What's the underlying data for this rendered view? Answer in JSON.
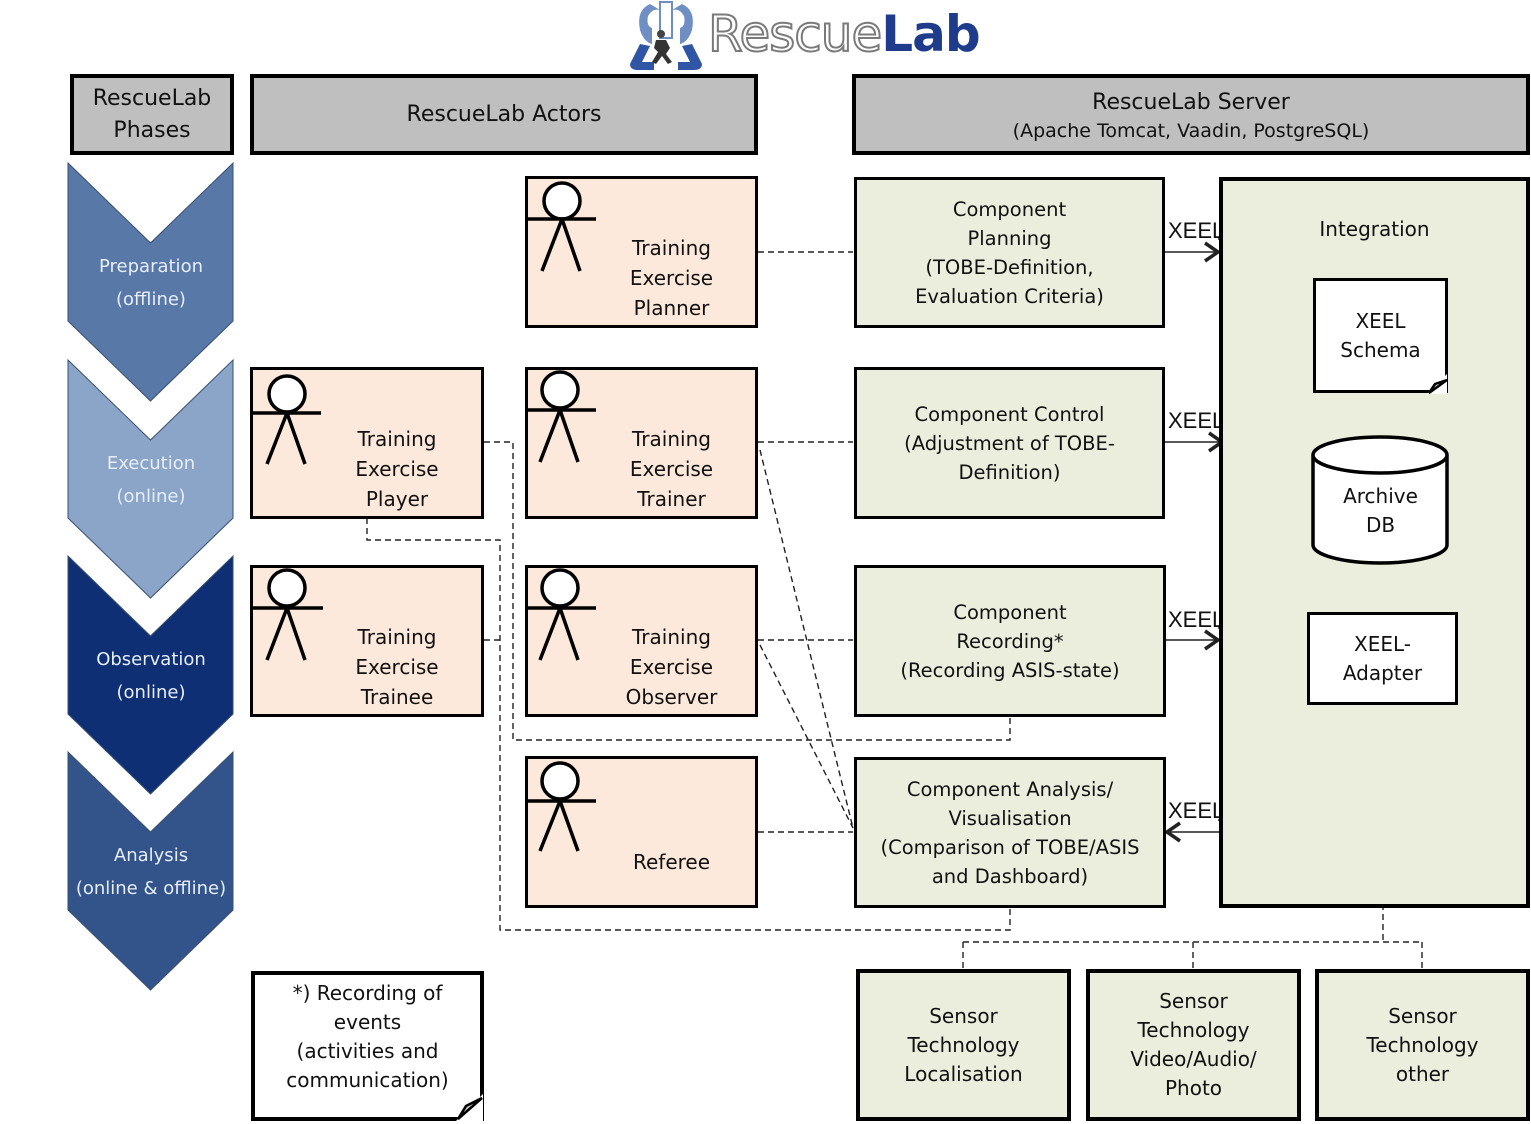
{
  "logo": {
    "word_light": "Rescue",
    "word_bold": "Lab",
    "icon": "flask-runner-icon",
    "brand_color": "#1f3c8c"
  },
  "headers": {
    "phases": [
      "RescueLab",
      "Phases"
    ],
    "actors": "RescueLab Actors",
    "server_title": "RescueLab Server",
    "server_subtitle": "(Apache Tomcat, Vaadin, PostgreSQL)"
  },
  "phases": [
    {
      "name": "Preparation",
      "mode": "(offline)",
      "color": "#5878a8"
    },
    {
      "name": "Execution",
      "mode": "(online)",
      "color": "#8aa5c8"
    },
    {
      "name": "Observation",
      "mode": "(online)",
      "color": "#0e2f73"
    },
    {
      "name": "Analysis",
      "mode": "(online & offline)",
      "color": "#33548a"
    }
  ],
  "actors": {
    "planner": [
      "Training",
      "Exercise",
      "Planner"
    ],
    "player": [
      "Training",
      "Exercise",
      "Player"
    ],
    "trainer": [
      "Training",
      "Exercise",
      "Trainer"
    ],
    "trainee": [
      "Training",
      "Exercise",
      "Trainee"
    ],
    "observer": [
      "Training",
      "Exercise",
      "Observer"
    ],
    "referee": [
      "Referee"
    ]
  },
  "components": {
    "planning": [
      "Component",
      "Planning",
      "(TOBE-Definition,",
      "Evaluation Criteria)"
    ],
    "control": [
      "Component Control",
      "(Adjustment of TOBE-",
      "Definition)"
    ],
    "recording": [
      "Component",
      "Recording*",
      "(Recording ASIS-state)"
    ],
    "analysis": [
      "Component Analysis/",
      "Visualisation",
      "(Comparison of TOBE/ASIS",
      "and Dashboard)"
    ]
  },
  "integration": {
    "title": "Integration",
    "schema": [
      "XEEL",
      "Schema"
    ],
    "archive": [
      "Archive",
      "DB"
    ],
    "adapter": [
      "XEEL-",
      "Adapter"
    ]
  },
  "xeel_label": "XEEL",
  "sensors": {
    "localisation": [
      "Sensor",
      "Technology",
      "Localisation"
    ],
    "video": [
      "Sensor",
      "Technology",
      "Video/Audio/",
      "Photo"
    ],
    "other": [
      "Sensor",
      "Technology",
      "other"
    ]
  },
  "note": [
    "*) Recording of",
    "events",
    "(activities and",
    "communication)"
  ],
  "colors": {
    "header_gray": "#bfbfbf",
    "actor_fill": "#fde9db",
    "component_fill": "#ebeedd"
  }
}
